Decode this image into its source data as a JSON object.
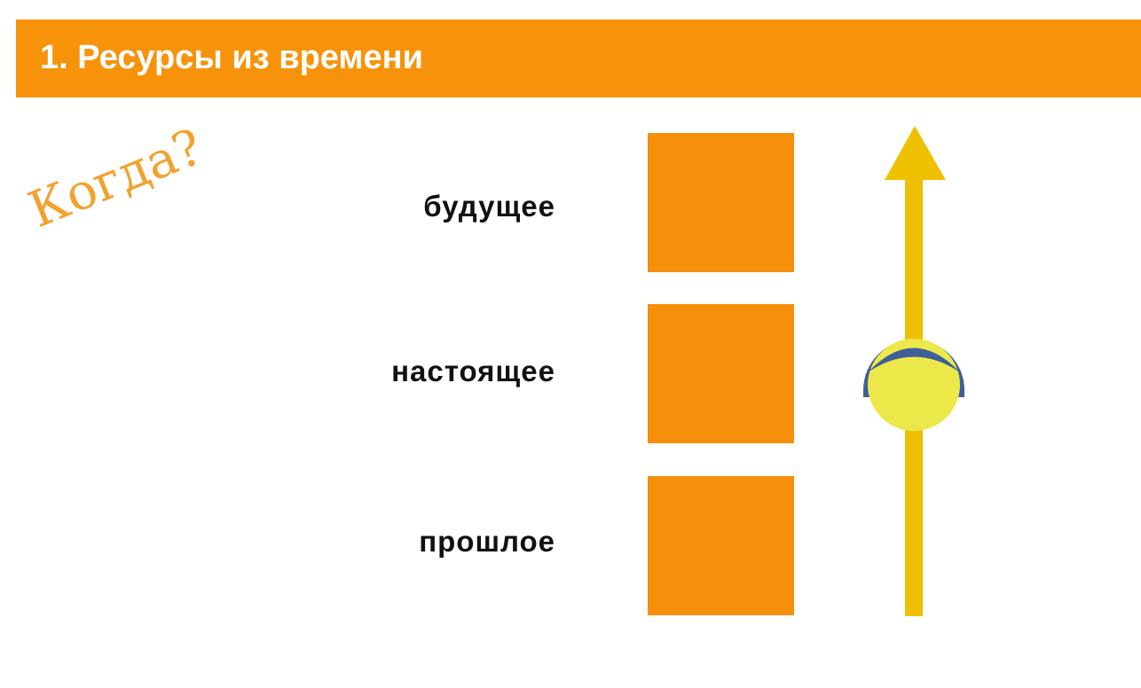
{
  "header": {
    "title": "1. Ресурсы из времени"
  },
  "question": "Когда?",
  "timeline": {
    "labels": [
      "будущее",
      "настоящее",
      "прошлое"
    ],
    "direction": "up"
  },
  "colors": {
    "accent": "#f7930a",
    "arrow": "#efc000",
    "head": "#ede84a",
    "hair": "#3f5f9a"
  }
}
